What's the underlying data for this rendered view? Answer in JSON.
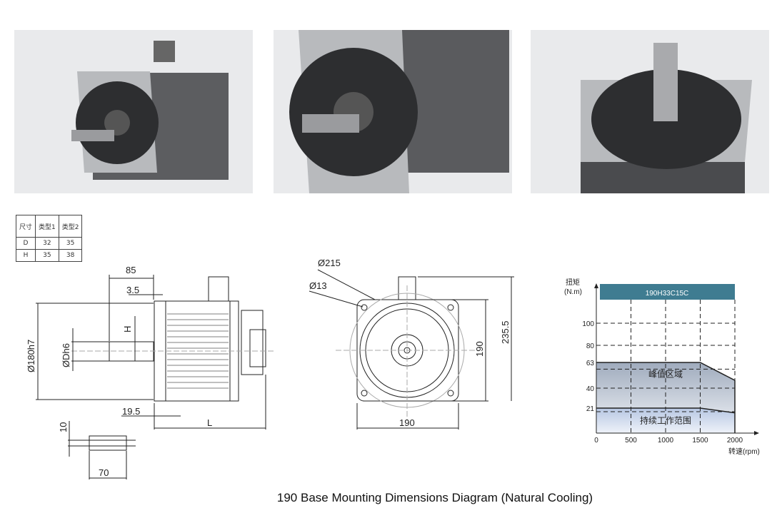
{
  "spec_table": {
    "headers": [
      "尺寸",
      "类型1",
      "类型2"
    ],
    "rows": [
      [
        "D",
        "32",
        "35"
      ],
      [
        "H",
        "35",
        "38"
      ]
    ]
  },
  "side_view": {
    "dim_85": "85",
    "dim_3_5": "3.5",
    "dim_H": "H",
    "dim_180": "Ø180h7",
    "dim_D": "ØDh6",
    "dim_19_5": "19.5",
    "dim_L": "L",
    "dim_10": "10",
    "dim_70": "70"
  },
  "front_view": {
    "dim_215": "Ø215",
    "dim_13": "Ø13",
    "dim_190_v": "190",
    "dim_235": "235.5",
    "dim_190_h": "190"
  },
  "chart_data": {
    "type": "area",
    "title": "190H33C15C",
    "ylabel_line1": "扭矩",
    "ylabel_line2": "(N.m)",
    "xlabel": "转速(rpm)",
    "x_ticks": [
      "0",
      "500",
      "1000",
      "1500",
      "2000"
    ],
    "y_ticks": [
      "21",
      "40",
      "63",
      "80",
      "100"
    ],
    "xlim": [
      0,
      2000
    ],
    "grid": true,
    "series": [
      {
        "name": "峰值区域",
        "x": [
          0,
          1500,
          2000
        ],
        "y": [
          63,
          63,
          47
        ]
      },
      {
        "name": "持续工作范围",
        "x": [
          0,
          1500,
          2000
        ],
        "y": [
          21,
          21,
          17
        ]
      }
    ],
    "colors": {
      "header": "#3f7c91",
      "peak": "#b9c4d4",
      "continuous": "#c4d2ea"
    }
  },
  "caption": "190 Base Mounting Dimensions Diagram (Natural Cooling)"
}
